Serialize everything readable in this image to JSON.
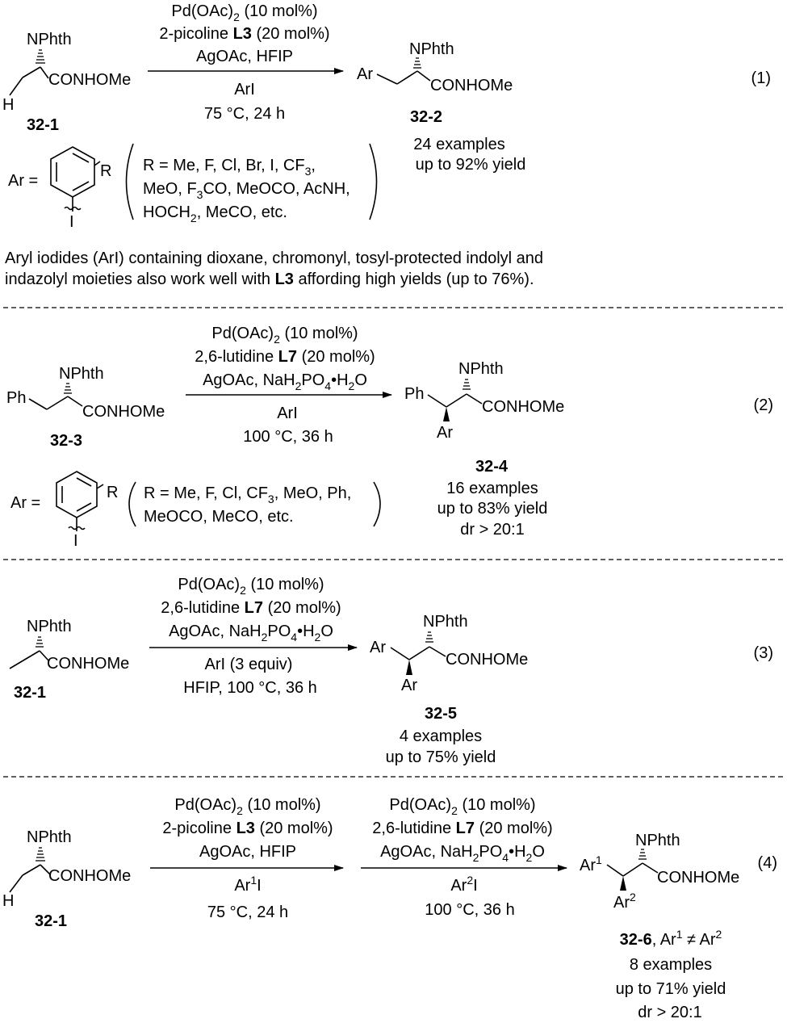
{
  "s1": {
    "nphth": "NPhth",
    "conhome": "CONHOMe",
    "h": "H",
    "sm_id": "32-1",
    "cond1_pd": "Pd(OAc)",
    "cond1_pd_sub": "2",
    "cond1_pd_tail": " (10 mol%)",
    "cond2_pre": "2-picoline ",
    "cond2_lig": "L3",
    "cond2_post": " (20 mol%)",
    "cond3": "AgOAc, HFIP",
    "cond4": "ArI",
    "cond5": "75 °C, 24 h",
    "prod_ar": "Ar",
    "prod_id": "32-2",
    "examples": "24 examples",
    "yield": "up to 92% yield",
    "eq": "(1)",
    "ar_eq": "Ar =",
    "r": "R",
    "i": "I",
    "rlist1a": "R = Me, F, Cl, Br, I, CF",
    "rlist1b": "3",
    "rlist1c": ",",
    "rlist2a": "MeO, F",
    "rlist2b": "3",
    "rlist2c": "CO, MeOCO, AcNH,",
    "rlist3a": "HOCH",
    "rlist3b": "2",
    "rlist3c": ", MeCO, etc.",
    "note1": "Aryl iodides (ArI) containing dioxane, chromonyl,  tosyl-protected indolyl and",
    "note2a": "indazolyl moieties also work well with ",
    "note2b": "L3",
    "note2c": " affording high yields (up to 76%)."
  },
  "s2": {
    "ph": "Ph",
    "nphth": "NPhth",
    "conhome": "CONHOMe",
    "sm_id": "32-3",
    "cond1_pd": "Pd(OAc)",
    "cond1_pd_sub": "2",
    "cond1_pd_tail": " (10 mol%)",
    "cond2_pre": "2,6-lutidine ",
    "cond2_lig": "L7",
    "cond2_post": " (20 mol%)",
    "cond3a": "AgOAc, NaH",
    "cond3b": "2",
    "cond3c": "PO",
    "cond3d": "4",
    "cond3e": "•H",
    "cond3f": "2",
    "cond3g": "O",
    "cond4": "ArI",
    "cond5": "100 °C, 36 h",
    "prod_ph": "Ph",
    "prod_ar": "Ar",
    "prod_id": "32-4",
    "examples": "16 examples",
    "yield": "up to 83% yield",
    "dr": "dr > 20:1",
    "eq": "(2)",
    "ar_eq": "Ar =",
    "r": "R",
    "i": "I",
    "rlist1a": "R = Me, F, Cl, CF",
    "rlist1b": "3",
    "rlist1c": ", MeO, Ph,",
    "rlist2": "MeOCO, MeCO, etc."
  },
  "s3": {
    "nphth": "NPhth",
    "conhome": "CONHOMe",
    "sm_id": "32-1",
    "cond1_pd": "Pd(OAc)",
    "cond1_pd_sub": "2",
    "cond1_pd_tail": " (10 mol%)",
    "cond2_pre": "2,6-lutidine ",
    "cond2_lig": "L7",
    "cond2_post": " (20 mol%)",
    "cond3a": "AgOAc, NaH",
    "cond3b": "2",
    "cond3c": "PO",
    "cond3d": "4",
    "cond3e": "•H",
    "cond3f": "2",
    "cond3g": "O",
    "cond4": "ArI (3 equiv)",
    "cond5": "HFIP, 100 °C, 36 h",
    "prod_ar1": "Ar",
    "prod_ar2": "Ar",
    "prod_id": "32-5",
    "examples": "4 examples",
    "yield": "up to 75% yield",
    "eq": "(3)"
  },
  "s4": {
    "nphth": "NPhth",
    "conhome": "CONHOMe",
    "h": "H",
    "sm_id": "32-1",
    "a_cond1_pd": "Pd(OAc)",
    "a_cond1_pd_sub": "2",
    "a_cond1_pd_tail": " (10 mol%)",
    "a_cond2_pre": "2-picoline ",
    "a_cond2_lig": "L3",
    "a_cond2_post": " (20 mol%)",
    "a_cond3": "AgOAc, HFIP",
    "a_cond4a": "Ar",
    "a_cond4b": "1",
    "a_cond4c": "I",
    "a_cond5": "75 °C, 24 h",
    "b_cond1_pd": "Pd(OAc)",
    "b_cond1_pd_sub": "2",
    "b_cond1_pd_tail": " (10 mol%)",
    "b_cond2_pre": "2,6-lutidine ",
    "b_cond2_lig": "L7",
    "b_cond2_post": " (20 mol%)",
    "b_cond3a": "AgOAc, NaH",
    "b_cond3b": "2",
    "b_cond3c": "PO",
    "b_cond3d": "4",
    "b_cond3e": "•H",
    "b_cond3f": "2",
    "b_cond3g": "O",
    "b_cond4a": "Ar",
    "b_cond4b": "2",
    "b_cond4c": "I",
    "b_cond5": "100 °C, 36 h",
    "prod_ar1a": "Ar",
    "prod_ar1b": "1",
    "prod_ar2a": "Ar",
    "prod_ar2b": "2",
    "prod_nphth": "NPhth",
    "prod_conhome": "CONHOMe",
    "prod_id": "32-6",
    "prod_id_tail_a": ", Ar",
    "prod_id_tail_b": "1",
    "prod_id_tail_c": " ≠ Ar",
    "prod_id_tail_d": "2",
    "examples": "8 examples",
    "yield": "up to 71% yield",
    "dr": "dr > 20:1",
    "eq": "(4)"
  }
}
